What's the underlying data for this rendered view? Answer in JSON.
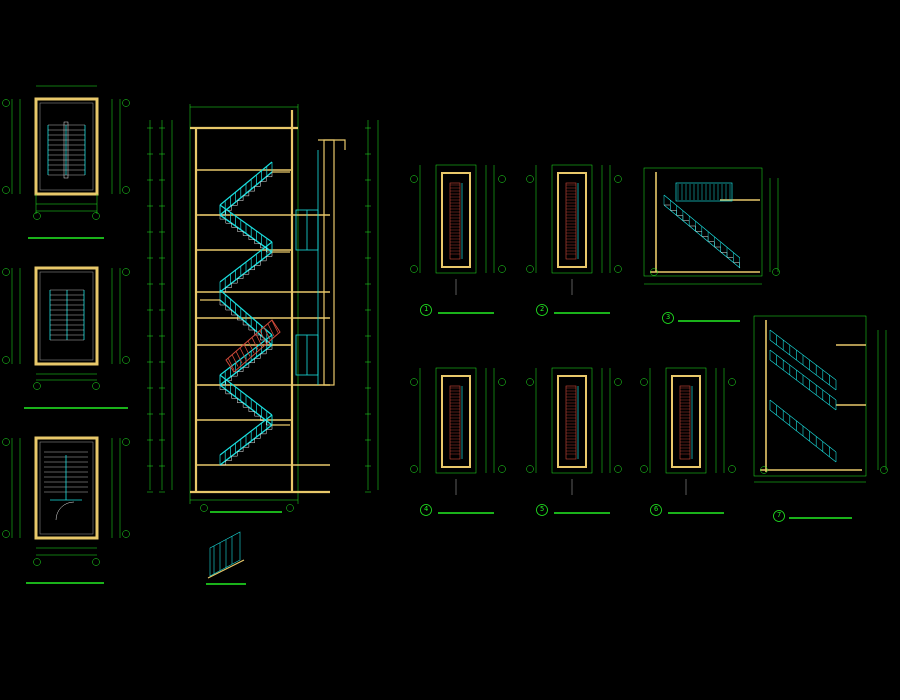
{
  "colors": {
    "background": "#000000",
    "wall": "#e8c86a",
    "stair": "#19e0e0",
    "dimension": "#22ee22",
    "text": "#e8e8e8",
    "tread": "#d24a3a",
    "grid_bubble": "#22ee22"
  },
  "views": {
    "section_main": {
      "label": "",
      "axis_a": "",
      "axis_b": ""
    },
    "plans_left": [
      {
        "label": "",
        "axis_a": "",
        "axis_b": ""
      },
      {
        "label": "",
        "axis_a": "",
        "axis_b": ""
      },
      {
        "label": "",
        "axis_a": "",
        "axis_b": ""
      }
    ],
    "detail_plans": [
      {
        "number": "1",
        "label": ""
      },
      {
        "number": "2",
        "label": ""
      },
      {
        "number": "3",
        "label": ""
      },
      {
        "number": "4",
        "label": ""
      },
      {
        "number": "5",
        "label": ""
      },
      {
        "number": "6",
        "label": ""
      },
      {
        "number": "7",
        "label": ""
      }
    ],
    "railing_detail": {
      "label": ""
    }
  }
}
